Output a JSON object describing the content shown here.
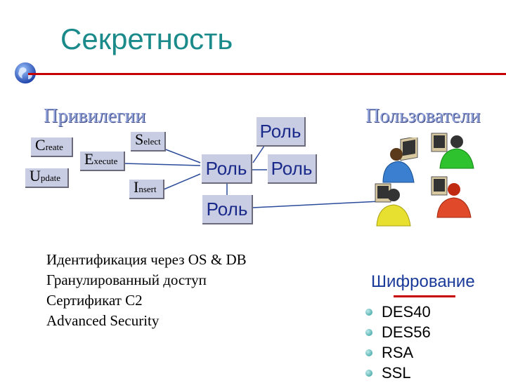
{
  "title": "Секретность",
  "privileges": {
    "heading": "Привилегии",
    "items": [
      {
        "first": "C",
        "rest": "reate"
      },
      {
        "first": "U",
        "rest": "pdate"
      },
      {
        "first": "E",
        "rest": "xecute"
      },
      {
        "first": "S",
        "rest": "elect"
      },
      {
        "first": "I",
        "rest": "nsert"
      }
    ]
  },
  "roles": [
    "Роль",
    "Роль",
    "Роль",
    "Роль"
  ],
  "users": {
    "heading": "Пользователи",
    "figures": [
      {
        "icon": "user-icon",
        "color": "#3a7fd0"
      },
      {
        "icon": "user-icon",
        "color": "#2ec22e"
      },
      {
        "icon": "user-icon",
        "color": "#e8e030"
      },
      {
        "icon": "user-icon",
        "color": "#e04a2a"
      }
    ]
  },
  "features": [
    "Идентификация через OS & DB",
    "Гранулированный доступ",
    "Сертификат C2",
    "Advanced Security"
  ],
  "encryption": {
    "heading": "Шифрование",
    "items": [
      "DES40",
      "DES56",
      "RSA",
      "SSL"
    ]
  },
  "colors": {
    "accent_rule": "#c40000",
    "title": "#1a8a8a",
    "box_fill": "#c9cde3",
    "heading_blue": "#8f9fd8",
    "line_blue": "#2a4a9a"
  }
}
